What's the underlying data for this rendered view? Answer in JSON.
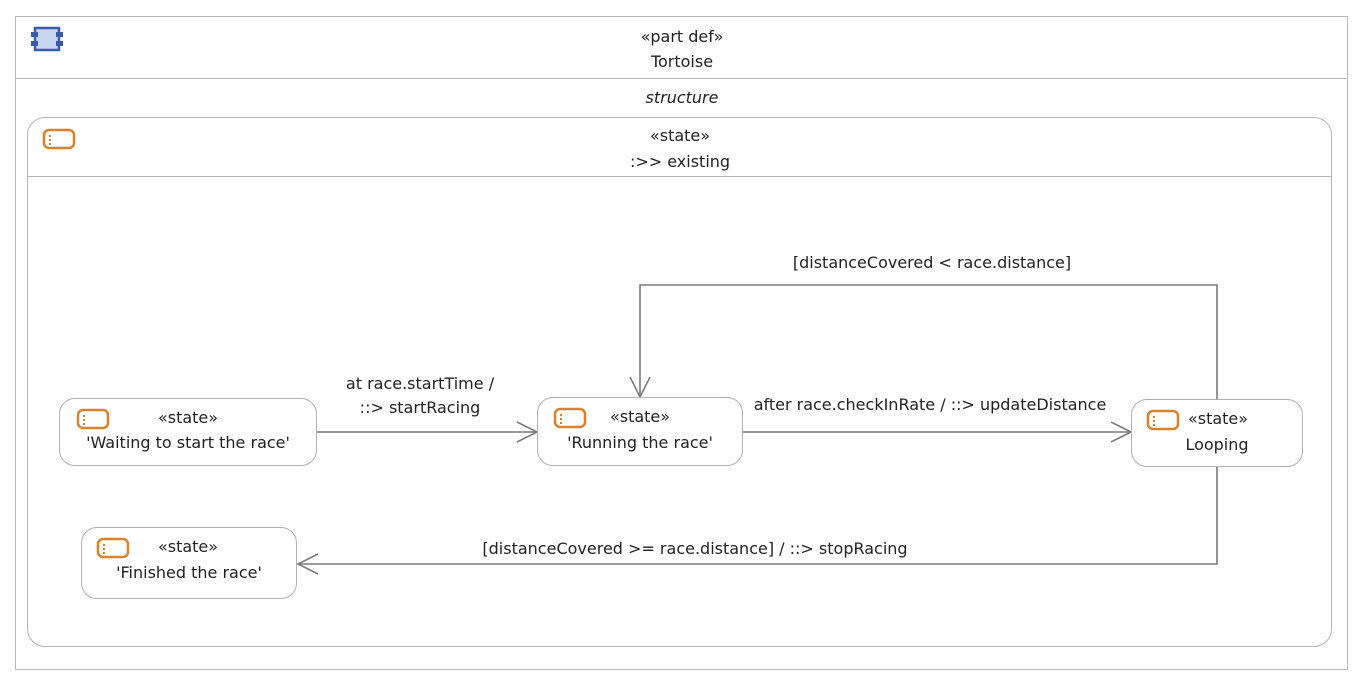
{
  "part": {
    "stereotype": "«part def»",
    "name": "Tortoise",
    "icon": "part-def-icon",
    "compartment_title": "structure"
  },
  "container_state": {
    "stereotype": "«state»",
    "name": ":>> existing",
    "icon": "state-icon"
  },
  "states": [
    {
      "id": "waiting",
      "stereotype": "«state»",
      "name": "'Waiting to start the race'"
    },
    {
      "id": "running",
      "stereotype": "«state»",
      "name": "'Running the race'"
    },
    {
      "id": "looping",
      "stereotype": "«state»",
      "name": "Looping"
    },
    {
      "id": "finished",
      "stereotype": "«state»",
      "name": "'Finished the race'"
    }
  ],
  "transitions": [
    {
      "from": "waiting",
      "to": "running",
      "label_lines": [
        "at race.startTime /",
        "::> startRacing"
      ]
    },
    {
      "from": "running",
      "to": "looping",
      "label_lines": [
        "after race.checkInRate / ::> updateDistance"
      ]
    },
    {
      "from": "looping",
      "to": "running",
      "label_lines": [
        "[distanceCovered < race.distance]"
      ]
    },
    {
      "from": "looping",
      "to": "finished",
      "label_lines": [
        "[distanceCovered >= race.distance] / ::> stopRacing"
      ]
    }
  ],
  "colors": {
    "border": "#b5b5b5",
    "edge": "#7a7a7a",
    "state_icon": "#d9822b",
    "part_icon": "#3b5aa8",
    "part_icon_fill": "#c9d6ef"
  }
}
